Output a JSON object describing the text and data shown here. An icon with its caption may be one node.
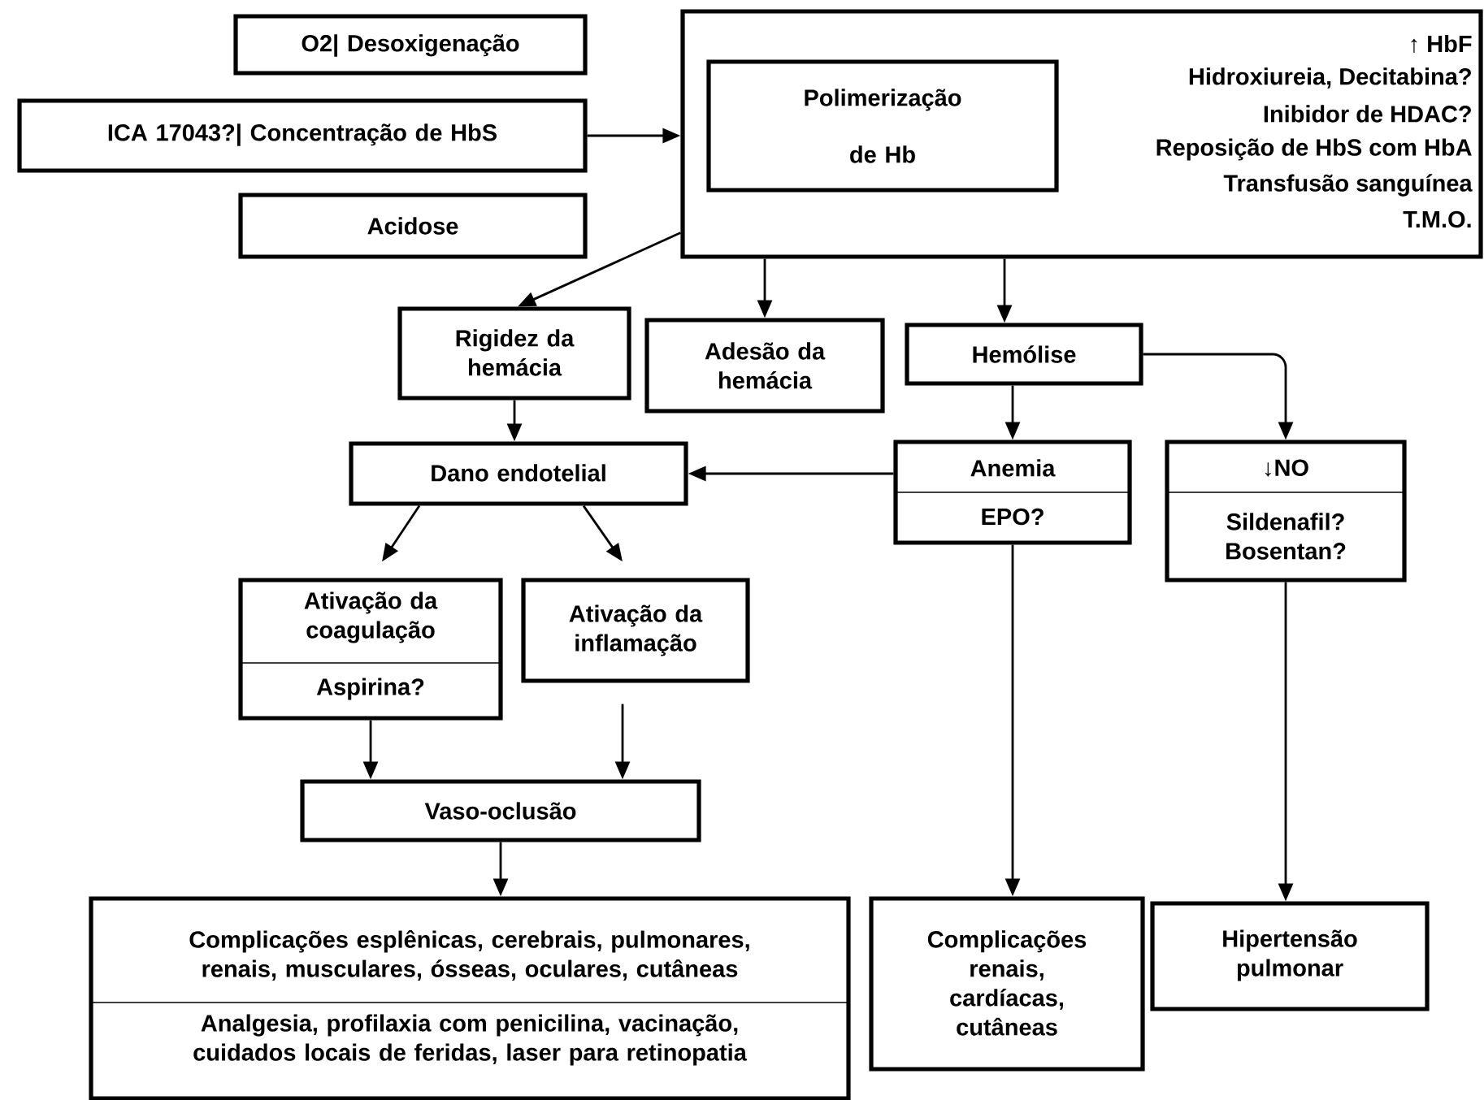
{
  "diagram": {
    "nodes": [
      {
        "text": [
          "O2| Desoxigenação"
        ]
      },
      {
        "text": [
          "ICA 17043?| Concentração de HbS"
        ]
      },
      {
        "text": [
          "Acidose"
        ]
      },
      {
        "text": [
          "↑ HbF",
          "Hidroxiureia, Decitabina?",
          "Inibidor de HDAC?",
          "Reposição de HbS com HbA",
          "Transfusão sanguínea",
          "T.M.O."
        ]
      },
      {
        "text": [
          "Polimerização de Hb"
        ],
        "in": 3
      },
      {
        "text": [
          "Rigidez da hemácia"
        ]
      },
      {
        "text": [
          "Adesão da hemácia"
        ]
      },
      {
        "text": [
          "Hemólise"
        ]
      },
      {
        "text": [
          "Dano endotelial"
        ]
      },
      {
        "text": [
          "Anemia",
          "EPO?"
        ]
      },
      {
        "text": [
          "↓NO",
          "Sildenafil? Bosentan?"
        ]
      },
      {
        "text": [
          "Ativação da coagulação",
          "Aspirina?"
        ]
      },
      {
        "text": [
          "Ativação da inflamação"
        ]
      },
      {
        "text": [
          "Vaso-oclusão"
        ]
      },
      {
        "text": [
          "Complicações esplênicas, cerebrais, pulmonares, renais, musculares, ósseas, oculares, cutâneas",
          "Analgesia, profilaxia com penicilina, vacinação, cuidados locais de feridas, laser para retinopatia"
        ]
      },
      {
        "text": [
          "Complicações renais, cardíacas, cutâneas"
        ]
      },
      {
        "text": [
          "Hipertensão pulmonar"
        ]
      }
    ],
    "edges": [
      {
        "from": 1,
        "to": 3,
        "arrow": "to"
      },
      {
        "from": 3,
        "to": 5,
        "arrow": "to"
      },
      {
        "from": 3,
        "to": 6,
        "arrow": "to"
      },
      {
        "from": 3,
        "to": 7,
        "arrow": "to"
      },
      {
        "from": 7,
        "to": 10,
        "arrow": "to"
      },
      {
        "from": 7,
        "to": 9,
        "arrow": "to"
      },
      {
        "from": 5,
        "to": 8,
        "arrow": "to"
      },
      {
        "from": 9,
        "to": 8,
        "arrow": "to"
      },
      {
        "from": 8,
        "to": 11,
        "arrow": "to"
      },
      {
        "from": 8,
        "to": 12,
        "arrow": "to"
      },
      {
        "from": 11,
        "to": 13,
        "arrow": "to"
      },
      {
        "from": 12,
        "to": 13,
        "arrow": "to"
      },
      {
        "from": 13,
        "to": 14,
        "arrow": "to"
      },
      {
        "from": 9,
        "to": 15,
        "arrow": "to"
      },
      {
        "from": 10,
        "to": 16,
        "arrow": "to"
      }
    ]
  }
}
